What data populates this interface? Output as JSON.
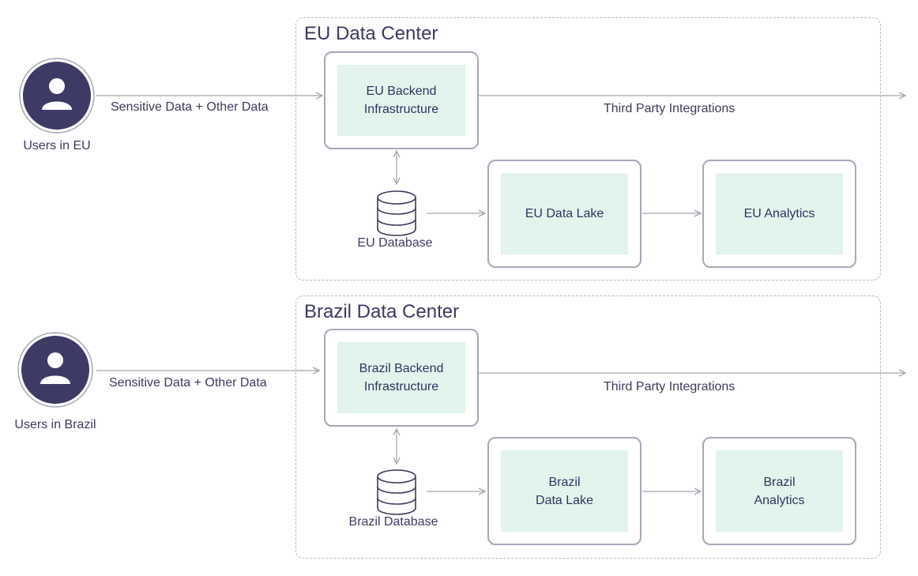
{
  "regions": [
    {
      "title": "EU Data Center",
      "users_label": "Users in EU",
      "flow_label": "Sensitive Data + Other Data",
      "backend_label": "EU Backend\nInfrastructure",
      "third_party_label": "Third Party Integrations",
      "database_label": "EU Database",
      "datalake_label": "EU Data Lake",
      "analytics_label": "EU Analytics"
    },
    {
      "title": "Brazil Data Center",
      "users_label": "Users in Brazil",
      "flow_label": "Sensitive Data + Other Data",
      "backend_label": "Brazil Backend\nInfrastructure",
      "third_party_label": "Third Party Integrations",
      "database_label": "Brazil Database",
      "datalake_label": "Brazil\nData Lake",
      "analytics_label": "Brazil\nAnalytics"
    }
  ],
  "icons": {
    "user": "user-icon",
    "database": "database-icon"
  },
  "colors": {
    "avatar": "#3d3a66",
    "node_fill": "#e2f4ec",
    "node_border": "#a8a8b8",
    "line": "#a7a7ad"
  }
}
